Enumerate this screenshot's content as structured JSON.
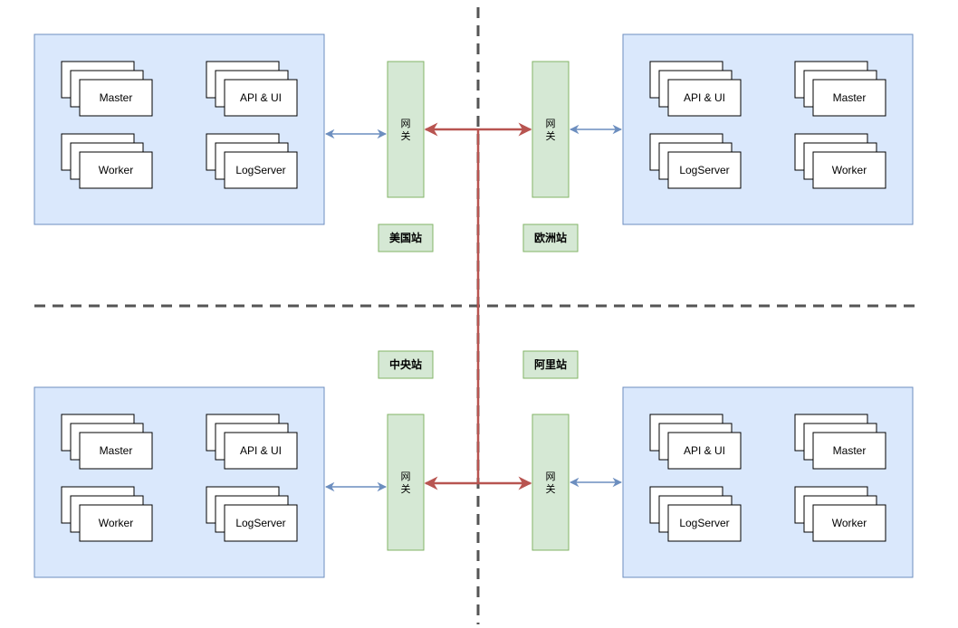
{
  "colors": {
    "site_fill": "#dae8fc",
    "site_stroke": "#6c8ebf",
    "gateway_fill": "#d5e8d4",
    "gateway_stroke": "#82b366",
    "backbone": "#b85450",
    "link": "#6c8ebf",
    "divider": "#555555"
  },
  "sites": [
    {
      "label": "美国站",
      "gateway": "网\n关",
      "components": [
        "Master",
        "API & UI",
        "Worker",
        "LogServer"
      ]
    },
    {
      "label": "欧洲站",
      "gateway": "网\n关",
      "components": [
        "API & UI",
        "Master",
        "LogServer",
        "Worker"
      ]
    },
    {
      "label": "中央站",
      "gateway": "网\n关",
      "components": [
        "Master",
        "API & UI",
        "Worker",
        "LogServer"
      ]
    },
    {
      "label": "阿里站",
      "gateway": "网\n关",
      "components": [
        "API & UI",
        "Master",
        "LogServer",
        "Worker"
      ]
    }
  ]
}
